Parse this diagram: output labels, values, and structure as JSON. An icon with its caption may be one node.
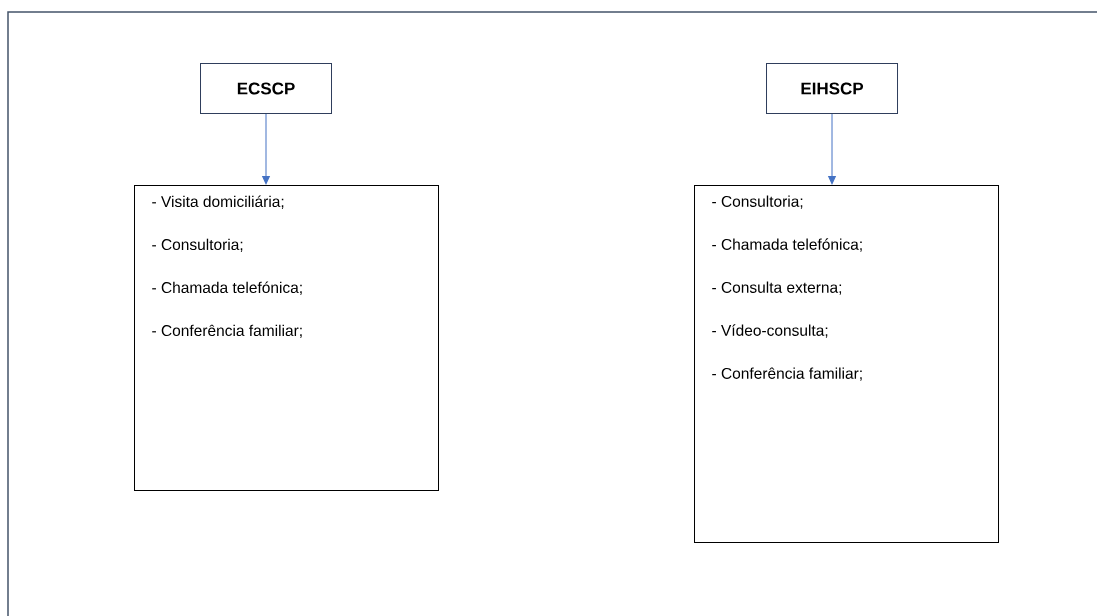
{
  "diagram": {
    "nodes": [
      {
        "text": [
          "ECSCP"
        ]
      },
      {
        "text": [
          "EIHSCP"
        ]
      },
      {
        "text": [
          "- Visita domiciliária;",
          "- Consultoria;",
          "- Chamada telefónica;",
          "- Conferência familiar;"
        ]
      },
      {
        "text": [
          "- Consultoria;",
          "- Chamada telefónica;",
          "- Consulta externa;",
          "- Vídeo-consulta;",
          "- Conferência familiar;"
        ]
      }
    ],
    "edges": [
      {
        "from": 0,
        "to": 2,
        "arrow": "to",
        "color": "#4472c4"
      },
      {
        "from": 1,
        "to": 3,
        "arrow": "to",
        "color": "#4472c4"
      }
    ]
  }
}
